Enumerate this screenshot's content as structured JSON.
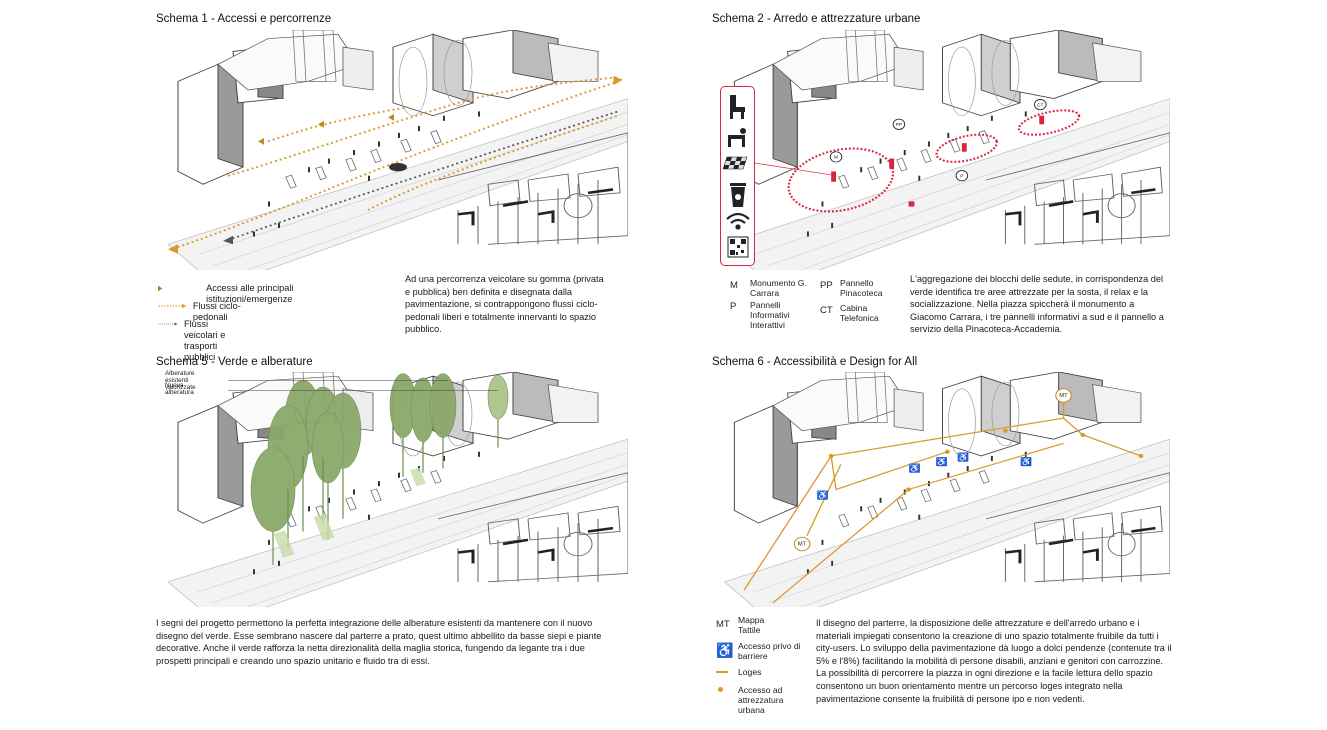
{
  "schema1": {
    "title": "Schema 1 - Accessi e percorrenze",
    "legend": [
      {
        "icon": "triangle-marker-icon",
        "label": "Accessi alle principali istituzioni/emergenze"
      },
      {
        "icon": "orange-dotted-line-icon",
        "label": "Flussi ciclo-pedonali"
      },
      {
        "icon": "gray-dotted-line-icon",
        "label": "Flussi veicolari e trasporti pubblici"
      }
    ],
    "text": "Ad una percorrenza veicolare su gomma (privata e pubblica) ben definita e disegnata dalla pavimentazione, si contrappongono flussi ciclo-pedonali liberi e totalmente innervanti lo spazio pubblico."
  },
  "schema2": {
    "title": "Schema 2 - Arredo e attrezzature urbane",
    "legend": [
      {
        "code": "M",
        "label": "Monumento G. Carrara"
      },
      {
        "code": "PP",
        "label": "Pannello Pinacoteca"
      },
      {
        "code": "P",
        "label": "Pannelli Informativi Interattivi"
      },
      {
        "code": "CT",
        "label": "Cabina Telefonica"
      }
    ],
    "map_labels": {
      "pp": "PP",
      "ct": "CT",
      "m": "M",
      "p": "P"
    },
    "text": "L'aggregazione dei blocchi delle sedute, in corrispondenza del verde identifica tre aree attrezzate per la sosta, il relax e la socializzazione. Nella piazza spiccherà il monumento a Giacomo Carrara, i tre pannelli informativi a sud e il pannello a servizio della Pinacoteca-Accademia."
  },
  "schema5": {
    "title": "Schema 5 - Verde e alberature",
    "callouts": [
      "Alberature esistenti valorizzate",
      "Nuova alberatura"
    ],
    "text": "I segni del progetto permettono la perfetta integrazione delle alberature esistenti da mantenere con il nuovo disegno del verde. Esse sembrano nascere dal parterre a prato, quest ultimo abbellito da basse siepi e piante decorative. Anche il verde rafforza la netta direzionalità della maglia storica, fungendo da legante tra i due prospetti principali e creando uno spazio unitario e fluido tra di essi."
  },
  "schema6": {
    "title": "Schema 6 - Accessibilità e Design for All",
    "map_labels": {
      "mt": "MT"
    },
    "legend": [
      {
        "code": "MT",
        "label": "Mappa Tattile"
      },
      {
        "icon": "wheelchair-icon",
        "label": "Accesso privo di barriere"
      },
      {
        "icon": "orange-line-icon",
        "label": "Loges"
      },
      {
        "icon": "orange-dot-icon",
        "label": "Accesso ad attrezzatura urbana"
      }
    ],
    "text": "Il disegno del parterre, la disposizione delle attrezzature e dell'arredo urbano e i materiali impiegati consentono la creazione di uno spazio totalmente fruibile da tutti i city-users. Lo sviluppo della pavimentazione dà luogo a dolci pendenze (contenute tra il 5% e l'8%) facilitando la mobilità di persone disabili, anziani e genitori con carrozzine. La possibilità di percorrere la piazza in ogni direzione e la facile lettura dello spazio consentono un buon orientamento mentre un percorso loges integrato nella pavimentazione consente la fruibilità di persone ipo e non vedenti."
  },
  "colors": {
    "orange": "#d99a2a",
    "red": "#d7263d",
    "green": "#8aa86a",
    "gray_line": "#555555",
    "building_stroke": "#444444"
  }
}
